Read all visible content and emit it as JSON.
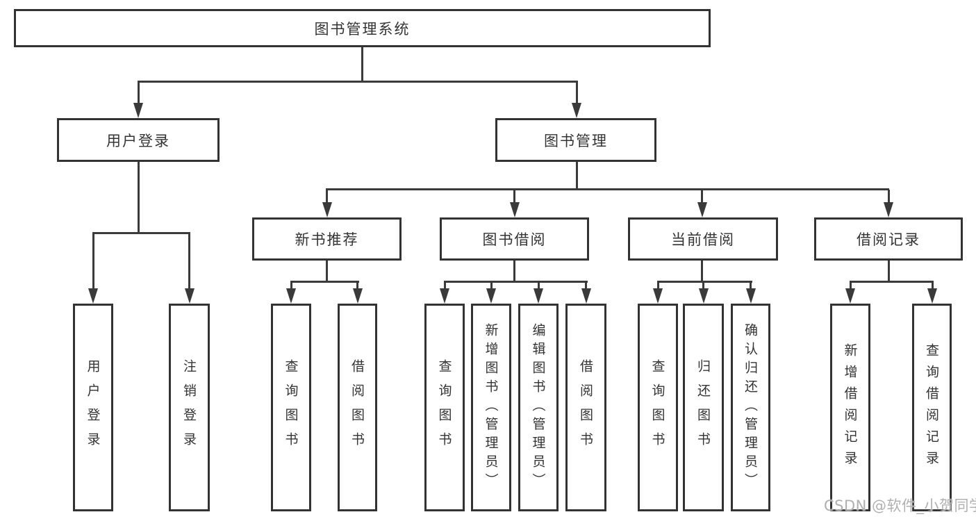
{
  "colors": {
    "background": "#ffffff",
    "line": "#3a3a3a",
    "box_border": "#333333",
    "text": "#333333",
    "watermark": "#b0b0b0"
  },
  "tree": {
    "root": {
      "label": "图书管理系统"
    },
    "branches": [
      {
        "label": "用户登录",
        "children": [
          {
            "label": "用户登录"
          },
          {
            "label": "注销登录"
          }
        ]
      },
      {
        "label": "图书管理",
        "children": [
          {
            "label": "新书推荐",
            "children": [
              {
                "label": "查询图书"
              },
              {
                "label": "借阅图书"
              }
            ]
          },
          {
            "label": "图书借阅",
            "children": [
              {
                "label": "查询图书"
              },
              {
                "label": "新增图书（管理员）"
              },
              {
                "label": "编辑图书（管理员）"
              },
              {
                "label": "借阅图书"
              }
            ]
          },
          {
            "label": "当前借阅",
            "children": [
              {
                "label": "查询图书"
              },
              {
                "label": "归还图书"
              },
              {
                "label": "确认归还（管理员）"
              }
            ]
          },
          {
            "label": "借阅记录",
            "children": [
              {
                "label": "新增借阅记录"
              },
              {
                "label": "查询借阅记录"
              }
            ]
          }
        ]
      }
    ]
  },
  "watermark": {
    "text": "CSDN @软件_小贺同学"
  }
}
